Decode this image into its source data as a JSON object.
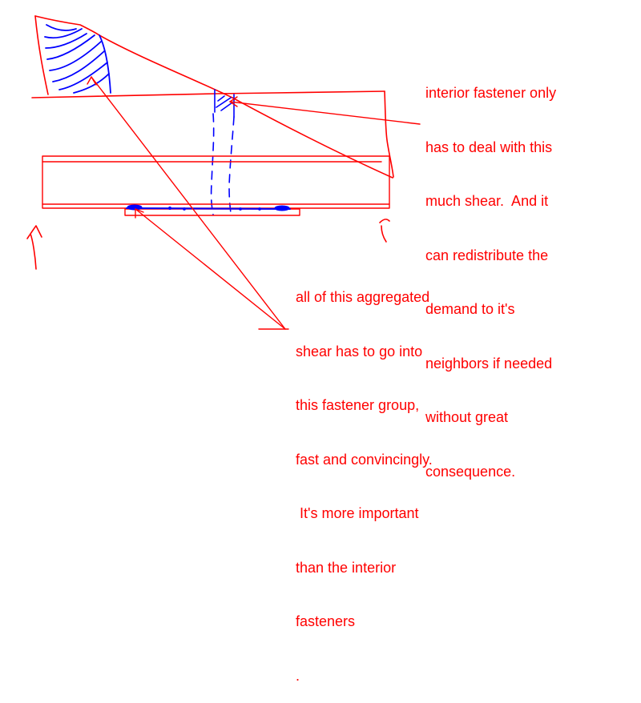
{
  "colors": {
    "ink_red": "#ff0000",
    "ink_blue": "#0000ff",
    "background": "#ffffff"
  },
  "annotations": {
    "interior_fastener": {
      "lines": [
        "interior fastener only",
        "has to deal with this",
        "much shear.  And it",
        "can redistribute the",
        "demand to it's",
        "neighbors if needed",
        "without great",
        "consequence."
      ]
    },
    "fastener_group": {
      "lines": [
        "all of this aggregated",
        "shear has to go into",
        "this fastener group,",
        "fast and convincingly.",
        " It's more important",
        "than the interior",
        "fasteners",
        "."
      ]
    }
  }
}
